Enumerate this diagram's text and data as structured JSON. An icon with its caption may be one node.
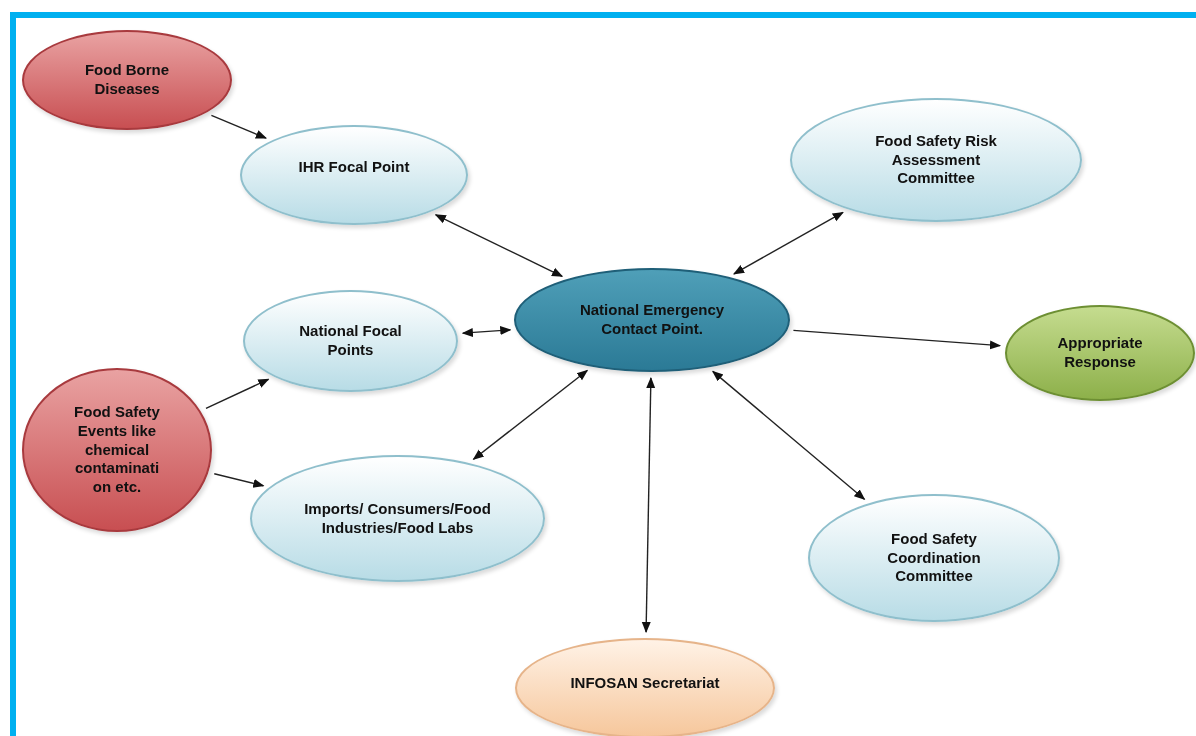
{
  "diagram": {
    "nodes": [
      {
        "text": [
          "Food Borne Diseases"
        ]
      },
      {
        "text": [
          "IHR Focal Point"
        ]
      },
      {
        "text": [
          "Food Safety Risk Assessment Committee"
        ]
      },
      {
        "text": [
          "National Emergency Contact Point."
        ]
      },
      {
        "text": [
          "National Focal Points"
        ]
      },
      {
        "text": [
          "Appropriate Response"
        ]
      },
      {
        "text": [
          "Food Safety Events like chemical contaminati on etc."
        ]
      },
      {
        "text": [
          "Imports/ Consumers/Food Industries/Food Labs"
        ]
      },
      {
        "text": [
          "Food Safety Coordination Committee"
        ]
      },
      {
        "text": [
          "INFOSAN Secretariat"
        ]
      }
    ],
    "edges": [
      {
        "from": 0,
        "to": 1,
        "arrow": "to"
      },
      {
        "from": 1,
        "to": 3,
        "arrow": "both"
      },
      {
        "from": 2,
        "to": 3,
        "arrow": "both"
      },
      {
        "from": 4,
        "to": 3,
        "arrow": "both"
      },
      {
        "from": 3,
        "to": 5,
        "arrow": "to"
      },
      {
        "from": 6,
        "to": 4,
        "arrow": "to"
      },
      {
        "from": 6,
        "to": 7,
        "arrow": "to"
      },
      {
        "from": 7,
        "to": 3,
        "arrow": "both"
      },
      {
        "from": 3,
        "to": 8,
        "arrow": "both"
      },
      {
        "from": 3,
        "to": 9,
        "arrow": "both"
      }
    ]
  }
}
